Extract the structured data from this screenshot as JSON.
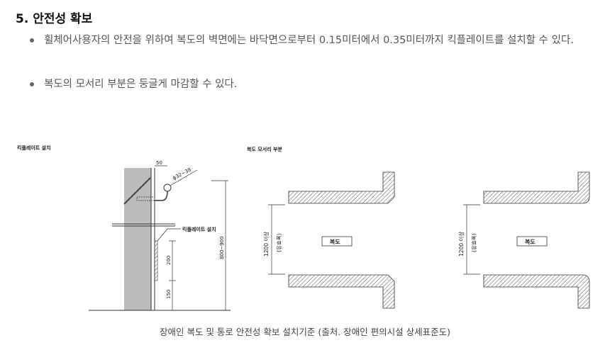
{
  "section": {
    "heading": "5. 안전성 확보",
    "bullets": [
      "휠체어사용자의 안전을 위하여 복도의 벽면에는 바닥면으로부터 0.15미터에서 0.35미터까지 킥플레이트를 설치할 수 있다.",
      "복도의 모서리 부분은 둥글게 마감할 수 있다."
    ]
  },
  "figure": {
    "left": {
      "title": "킥플레이트 설치",
      "dim_50": "50",
      "diameter": "ϕ32~38",
      "kick_label": "킥플레이트 설치",
      "dim_200": "200",
      "dim_150": "150",
      "dim_height": "800~900"
    },
    "right": {
      "title": "복도 모서리 부분",
      "width_label": "1200 이상",
      "width_sub": "(유효폭)",
      "corridor": "복도"
    },
    "caption": "장애인 복도 및 통로 안전성 확보 설치기준 (출처. 장애인 편의시설 상세표준도)"
  }
}
